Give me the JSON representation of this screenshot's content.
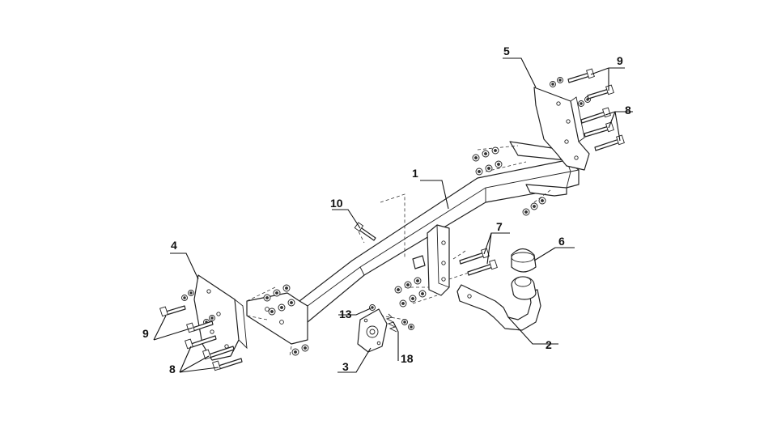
{
  "callouts": [
    {
      "id": "c1",
      "text": "1"
    },
    {
      "id": "c2",
      "text": "2"
    },
    {
      "id": "c3",
      "text": "3"
    },
    {
      "id": "c4",
      "text": "4"
    },
    {
      "id": "c5",
      "text": "5"
    },
    {
      "id": "c6",
      "text": "6"
    },
    {
      "id": "c7",
      "text": "7"
    },
    {
      "id": "c8l",
      "text": "8"
    },
    {
      "id": "c8r",
      "text": "8"
    },
    {
      "id": "c9l",
      "text": "9"
    },
    {
      "id": "c9r",
      "text": "9"
    },
    {
      "id": "c10",
      "text": "10"
    },
    {
      "id": "c13",
      "text": "13"
    },
    {
      "id": "c18",
      "text": "18"
    }
  ],
  "colors": {
    "line": "#222222",
    "background": "#ffffff"
  }
}
